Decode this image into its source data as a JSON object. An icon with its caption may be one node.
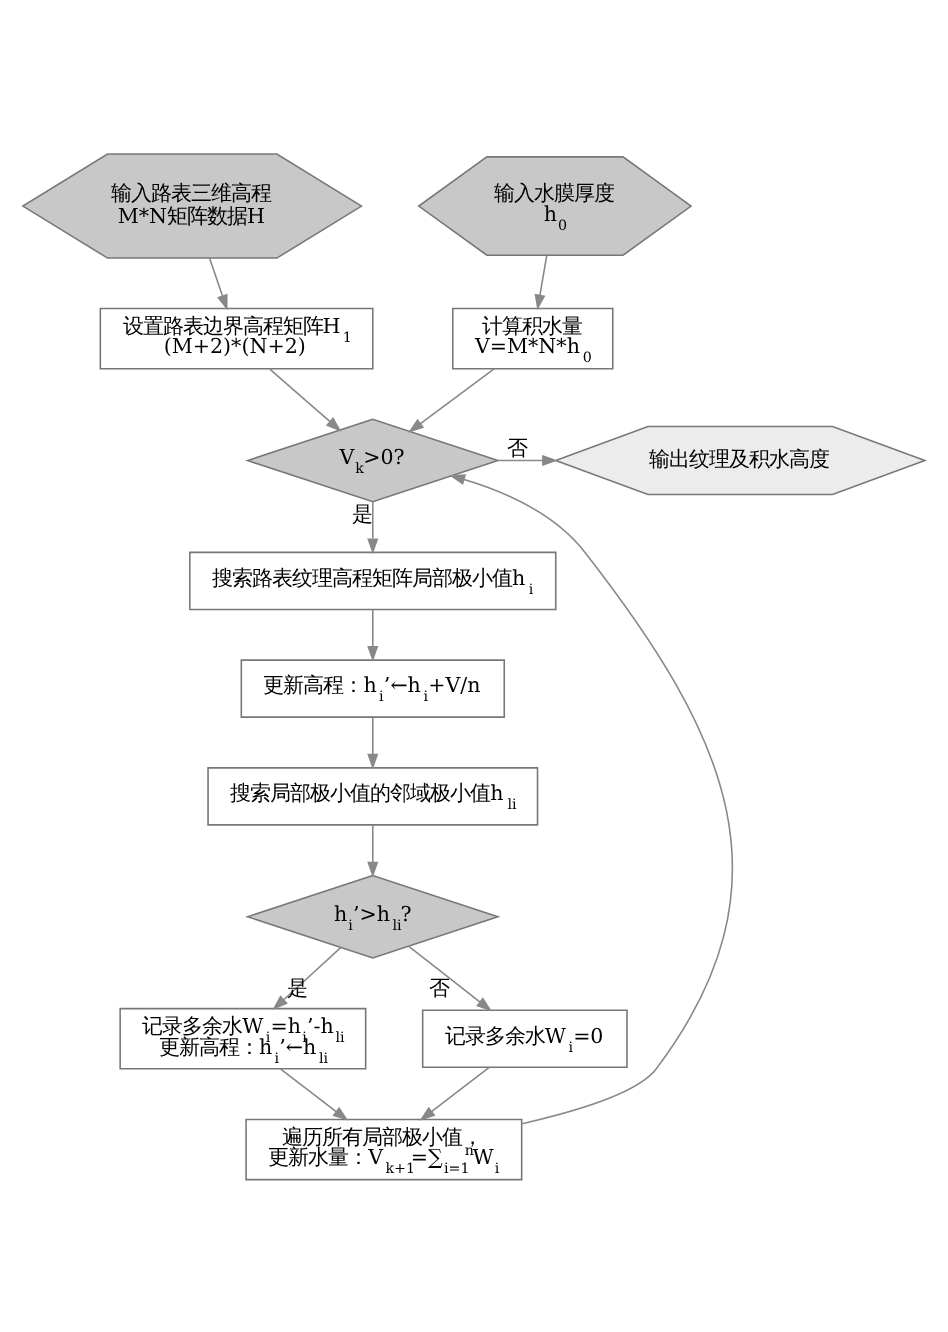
{
  "diagram": {
    "nodes": [
      {
        "text": [
          "输入路表三维高程",
          "M*N矩阵数据H"
        ]
      },
      {
        "text": [
          "输入水膜厚度",
          "h$_{0}$"
        ]
      },
      {
        "text": [
          "设置路表边界高程矩阵H$_{1}$",
          "(M+2)*(N+2)"
        ]
      },
      {
        "text": [
          "计算积水量",
          "V=M*N*h$_{0}$"
        ]
      },
      {
        "text": [
          "V$_{k}$>0?"
        ]
      },
      {
        "text": [
          "输出纹理及积水高度"
        ]
      },
      {
        "text": [
          "搜索路表纹理高程矩阵局部极小值h$_{i}$"
        ]
      },
      {
        "text": [
          "更新高程：h$_{i}$’←h$_{i}$+V/n"
        ]
      },
      {
        "text": [
          "搜索局部极小值的邻域极小值h$_{li}$"
        ]
      },
      {
        "text": [
          "h$_{i}$’>h$_{li}$?"
        ]
      },
      {
        "text": [
          "记录多余水W$_{i}$=h$_{i}$’-h$_{li}$",
          "更新高程：h$_{i}$’←h$_{li}$"
        ]
      },
      {
        "text": [
          "记录多余水W$_{i}$=0"
        ]
      },
      {
        "text": [
          "遍历所有局部极小值，",
          "更新水量：V$_{k+1}$=∑$_{i=1}$$^{n}$W$_{i}$"
        ]
      }
    ],
    "edges": [
      {
        "from": 0,
        "to": 2,
        "arrow": "to"
      },
      {
        "from": 1,
        "to": 3,
        "arrow": "to"
      },
      {
        "from": 2,
        "to": 4,
        "arrow": "to"
      },
      {
        "from": 3,
        "to": 4,
        "arrow": "to"
      },
      {
        "from": 4,
        "to": 5,
        "arrow": "to",
        "label": "否"
      },
      {
        "from": 4,
        "to": 6,
        "arrow": "to",
        "label": "是"
      },
      {
        "from": 6,
        "to": 7,
        "arrow": "to"
      },
      {
        "from": 7,
        "to": 8,
        "arrow": "to"
      },
      {
        "from": 8,
        "to": 9,
        "arrow": "to"
      },
      {
        "from": 9,
        "to": 10,
        "arrow": "to",
        "label": "是"
      },
      {
        "from": 9,
        "to": 11,
        "arrow": "to",
        "label": "否"
      },
      {
        "from": 10,
        "to": 12,
        "arrow": "to"
      },
      {
        "from": 11,
        "to": 12,
        "arrow": "to"
      },
      {
        "from": 12,
        "to": 4,
        "arrow": "to"
      }
    ]
  }
}
